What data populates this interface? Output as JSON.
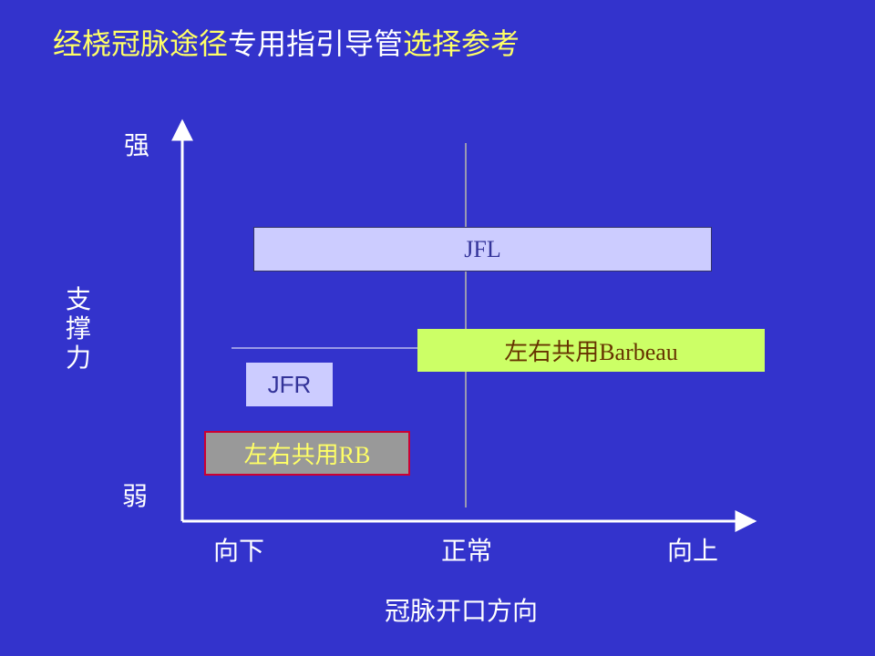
{
  "title": {
    "seg1": "经桡冠脉途径",
    "seg2": "专用指引导管",
    "seg3": "选择参考"
  },
  "y_axis": {
    "top": "强",
    "bottom": "弱",
    "label_chars": [
      "支",
      "撑",
      "力"
    ]
  },
  "x_axis": {
    "left": "向下",
    "middle": "正常",
    "right": "向上",
    "label": "冠脉开口方向"
  },
  "boxes": {
    "jfl": "JFL",
    "barbeau": "左右共用Barbeau",
    "jfr": "JFR",
    "rb": "左右共用RB"
  },
  "colors": {
    "background": "#3333cc",
    "title_yellow": "#ffff66",
    "axis": "#ffffff",
    "jfl_fill": "#ccccff",
    "barbeau_fill": "#ccff66",
    "jfr_fill": "#ccccff",
    "rb_fill": "#999999",
    "rb_border": "#cc0033"
  }
}
